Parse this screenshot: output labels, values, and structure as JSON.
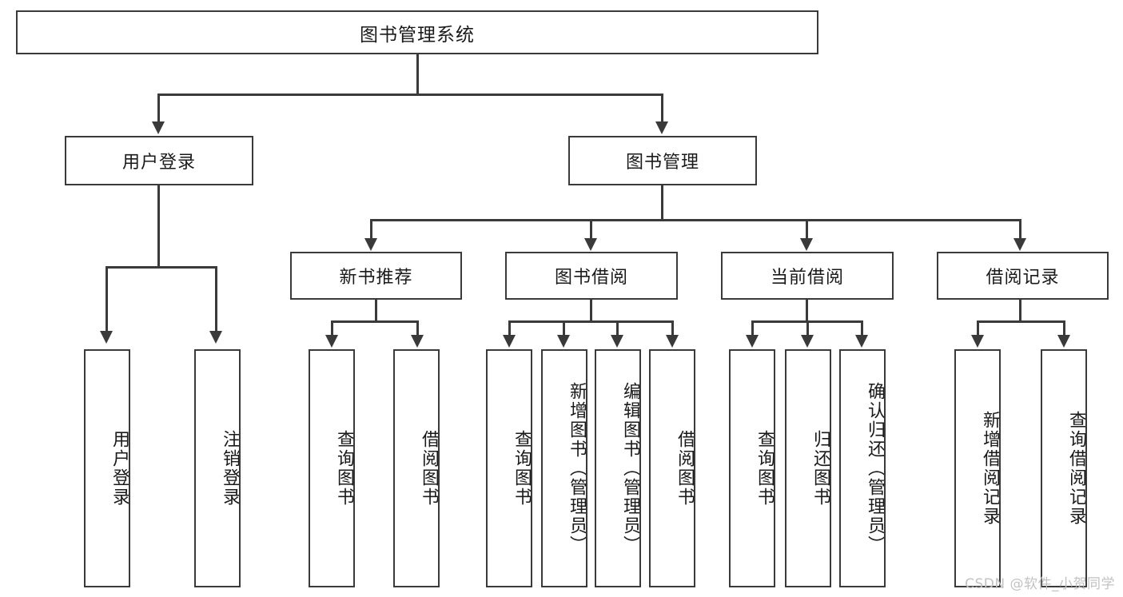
{
  "diagram": {
    "title": "图书管理系统",
    "root": {
      "label": "图书管理系统"
    },
    "level1": [
      {
        "label": "用户登录"
      },
      {
        "label": "图书管理"
      }
    ],
    "level2": [
      {
        "label": "新书推荐"
      },
      {
        "label": "图书借阅"
      },
      {
        "label": "当前借阅"
      },
      {
        "label": "借阅记录"
      }
    ],
    "leaves": {
      "user_login": [
        {
          "label": "用户登录"
        },
        {
          "label": "注销登录"
        }
      ],
      "new_book_recommend": [
        {
          "label": "查询图书"
        },
        {
          "label": "借阅图书"
        }
      ],
      "book_borrow": [
        {
          "label": "查询图书"
        },
        {
          "label": "新增图书（管理员）"
        },
        {
          "label": "编辑图书（管理员）"
        },
        {
          "label": "借阅图书"
        }
      ],
      "current_borrow": [
        {
          "label": "查询图书"
        },
        {
          "label": "归还图书"
        },
        {
          "label": "确认归还（管理员）"
        }
      ],
      "borrow_record": [
        {
          "label": "新增借阅记录"
        },
        {
          "label": "查询借阅记录"
        }
      ]
    }
  },
  "watermark": {
    "text": "CSDN @软件_小贺同学"
  },
  "colors": {
    "stroke": "#3a3a3a",
    "text": "#1a1a1a",
    "background": "#ffffff",
    "watermark": "#c2c2c2"
  }
}
